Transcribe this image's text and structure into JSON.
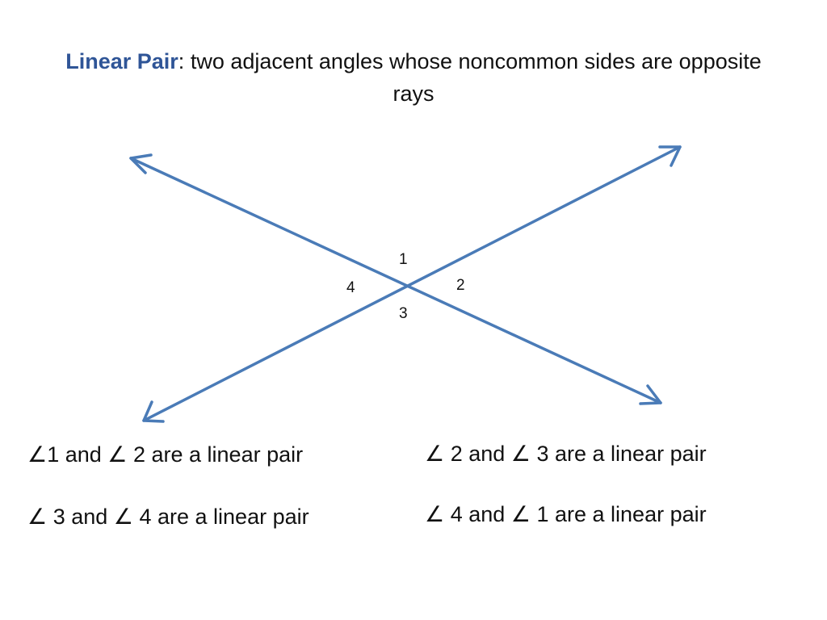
{
  "title": {
    "term": "Linear Pair",
    "separator": ":",
    "definition": " two adjacent angles whose noncommon sides are opposite rays"
  },
  "diagram": {
    "line_color": "#4A7BB7",
    "angle_labels": {
      "a1": "1",
      "a2": "2",
      "a3": "3",
      "a4": "4"
    }
  },
  "statements": [
    "∠1 and ∠ 2 are a linear pair",
    "∠ 2 and ∠ 3 are a linear pair",
    "∠ 3 and ∠ 4 are a linear pair",
    "∠ 4 and ∠ 1 are a linear pair"
  ],
  "colors": {
    "term": "#2F5597",
    "text": "#111111",
    "lines": "#4A7BB7"
  }
}
